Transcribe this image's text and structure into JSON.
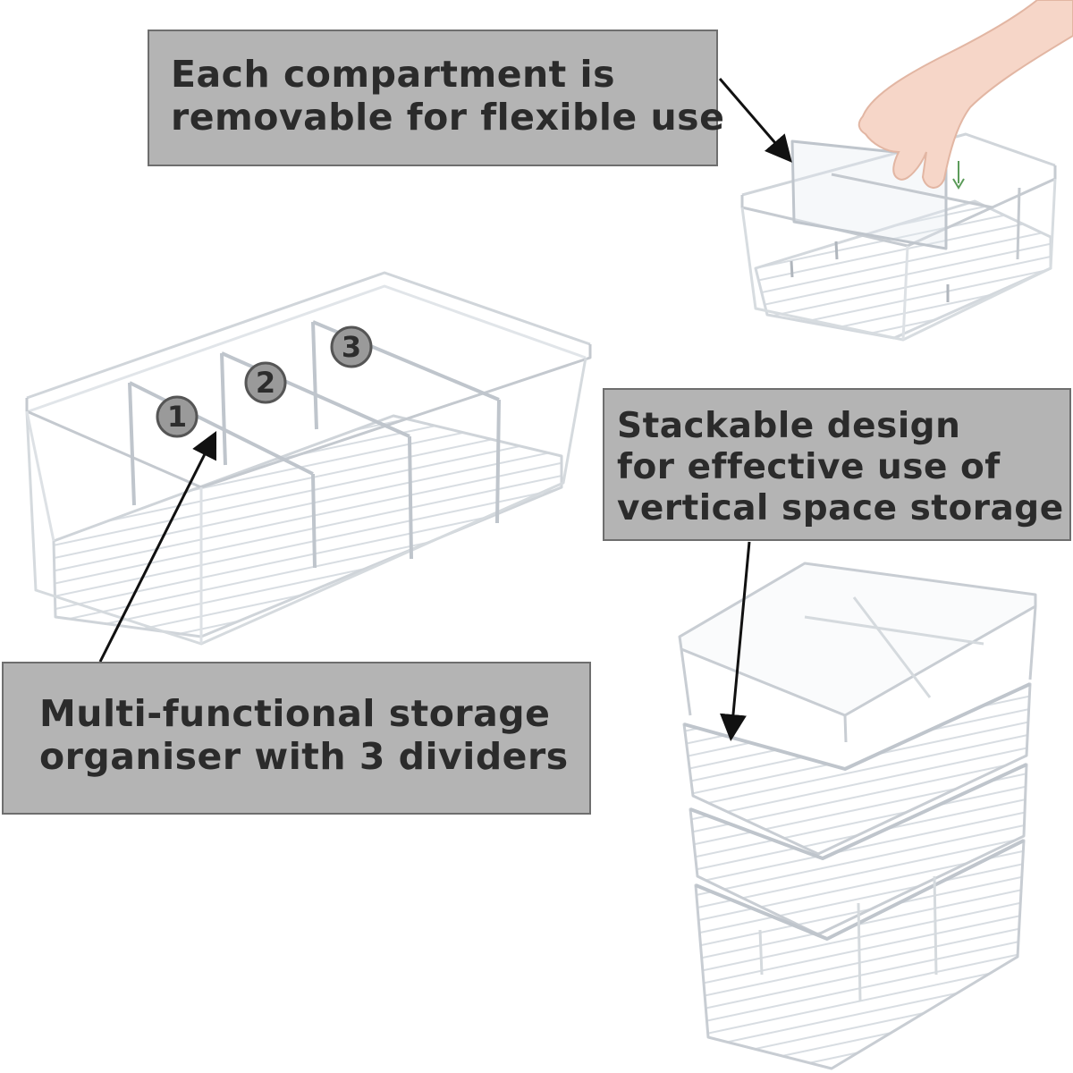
{
  "callouts": {
    "removable": {
      "lines": [
        "Each compartment is",
        "removable for flexible use"
      ]
    },
    "stackable": {
      "lines": [
        "Stackable design",
        "for effective use of",
        "vertical space storage"
      ]
    },
    "multifunctional": {
      "lines": [
        "Multi-functional storage",
        "organiser with 3 dividers"
      ]
    }
  },
  "divider_markers": [
    "1",
    "2",
    "3"
  ],
  "colors": {
    "callout_fill": "#b4b4b4",
    "callout_border": "#6e6e6e",
    "text": "#2b2b2b",
    "marker_fill": "#9a9a9a"
  }
}
